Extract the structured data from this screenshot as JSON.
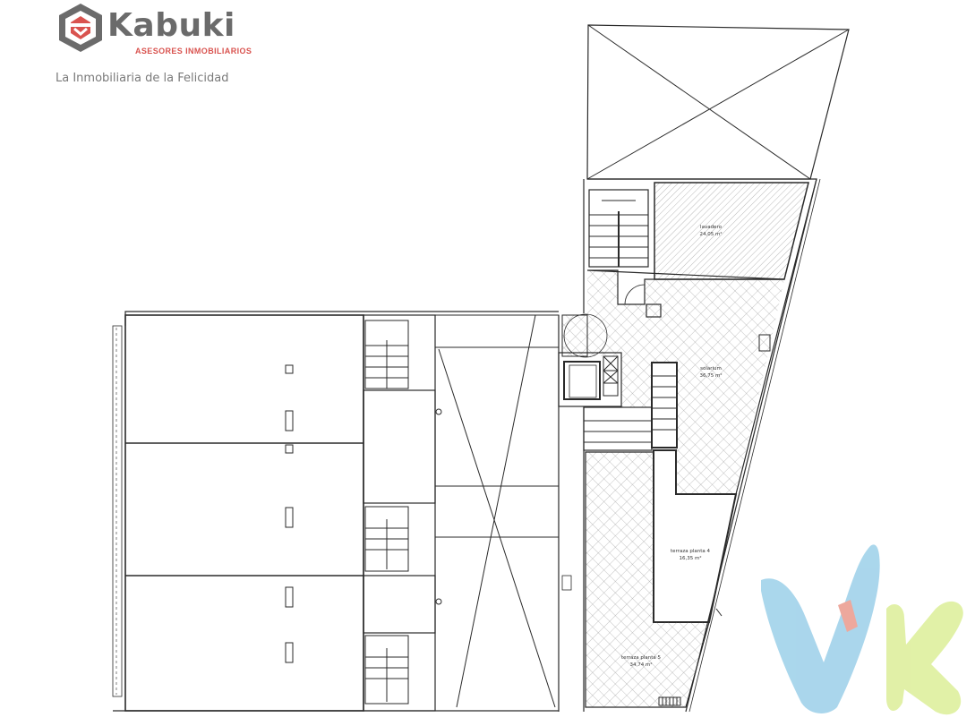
{
  "brand": {
    "name": "Kabuki",
    "subtitle": "ASESORES INMOBILIARIOS",
    "tagline": "La Inmobiliaria de la Felicidad",
    "accent_color": "#d9534f",
    "text_color": "#6b6b6b"
  },
  "rooms": [
    {
      "name": "lavadero",
      "area": "24,05 m²"
    },
    {
      "name": "solarium",
      "area": "36,75 m²"
    },
    {
      "name": "terraza planta 4",
      "area": "16,35 m²"
    },
    {
      "name": "terraza planta 5",
      "area": "34,74 m²"
    }
  ],
  "watermark": {
    "colors": {
      "v": "#8ec9e6",
      "v_stripe": "#e88c7d",
      "k": "#d7ec8a"
    }
  },
  "colors": {
    "line": "#2a2a2a",
    "hatch": "#9a9a9a"
  }
}
